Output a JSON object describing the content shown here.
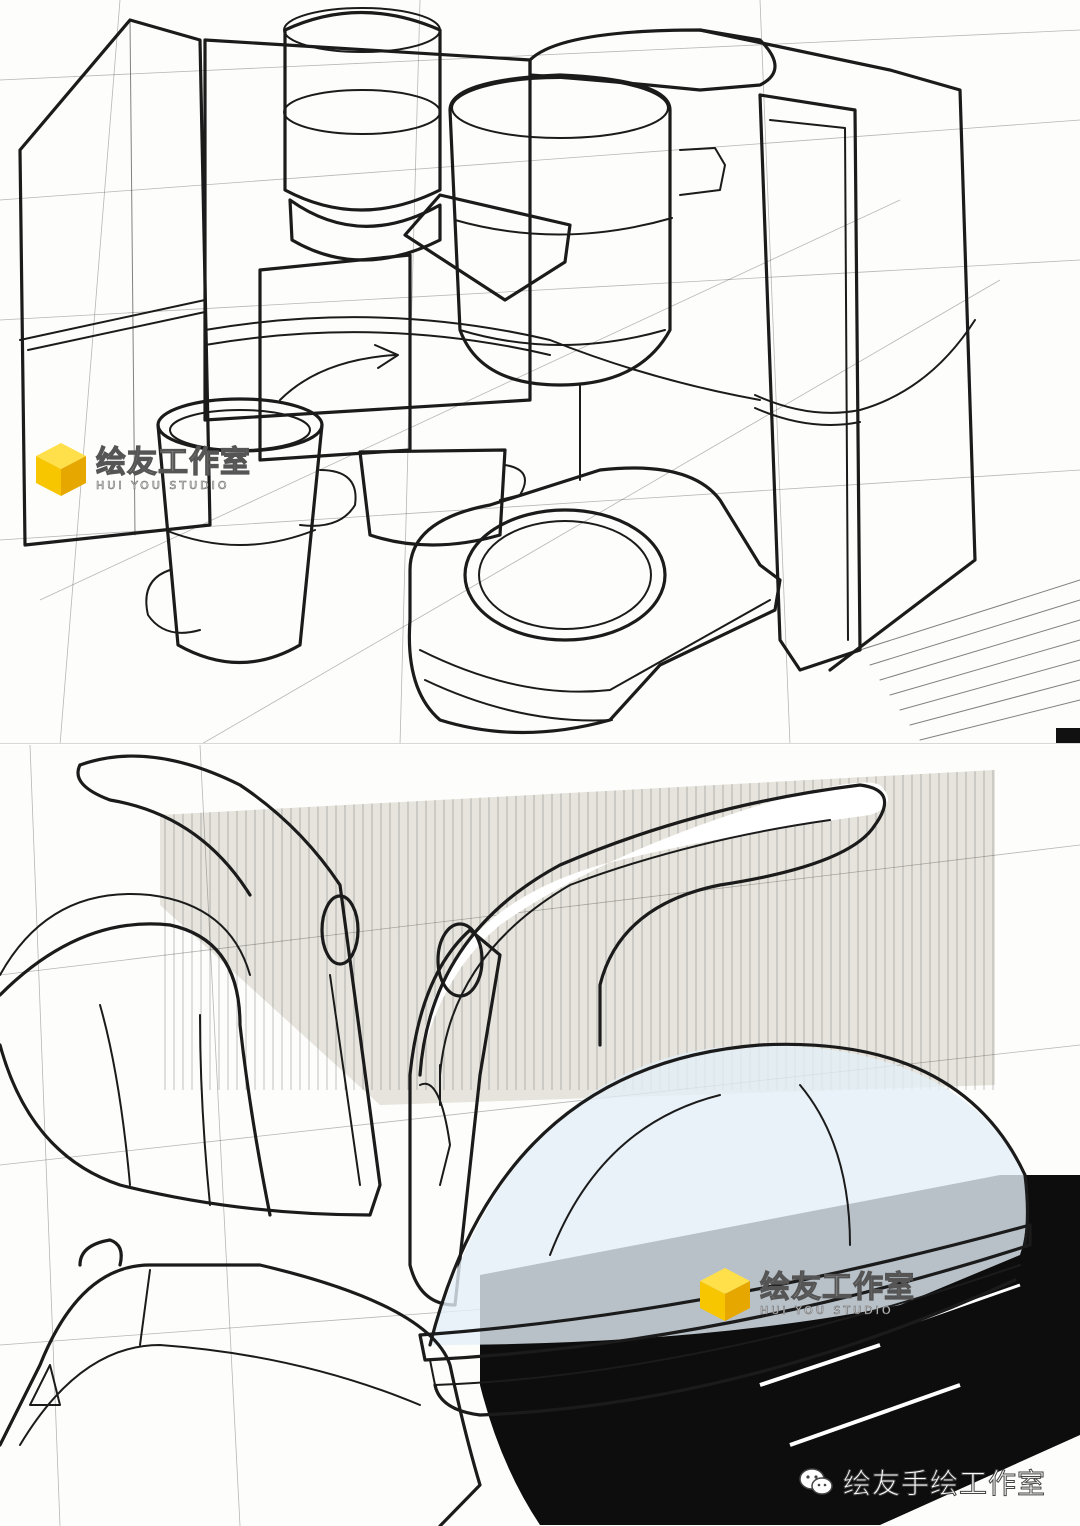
{
  "watermark": {
    "brand_cn": "绘友工作室",
    "brand_en": "HUI YOU STUDIO",
    "logo_icon": "yellow-cube-icon",
    "logo_color": "#f7c600"
  },
  "credit": {
    "icon": "wechat-icon",
    "text": "绘友手绘工作室"
  },
  "colors": {
    "ink": "#1b1b1b",
    "paper": "#fdfdfb",
    "marker_grey": "#d9d5cc",
    "marker_blue": "#dbe9f5",
    "shadow": "#0d0d0d"
  }
}
